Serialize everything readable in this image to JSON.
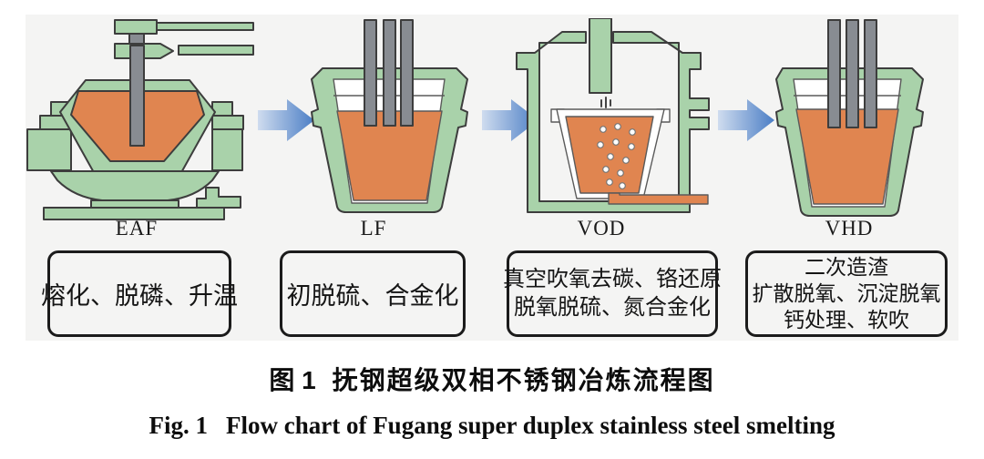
{
  "figure": {
    "stages": [
      {
        "label": "EAF",
        "box_lines": [
          "熔化、脱磷、升温"
        ]
      },
      {
        "label": "LF",
        "box_lines": [
          "初脱硫、合金化"
        ]
      },
      {
        "label": "VOD",
        "box_lines": [
          "真空吹氧去碳、铬还原",
          "脱氧脱硫、氮合金化"
        ]
      },
      {
        "label": "VHD",
        "box_lines": [
          "二次造渣",
          "扩散脱氧、沉淀脱氧",
          "钙处理、软吹"
        ]
      }
    ],
    "caption_zh_prefix": "图 1",
    "caption_zh_text": "抚钢超级双相不锈钢冶炼流程图",
    "caption_en_prefix": "Fig. 1",
    "caption_en_text": "Flow chart of Fugang super duplex stainless steel smelting"
  },
  "colors": {
    "vessel_green": "#a9d2aa",
    "melt_orange": "#e08550",
    "electrode_gray": "#888c92",
    "outline_dark": "#3d3d3d",
    "arrow_light": "#cfdcef",
    "arrow_dark": "#4b7ec5",
    "panel_bg": "#f4f4f3",
    "box_border": "#1b1b1b",
    "text_color": "#121212"
  }
}
